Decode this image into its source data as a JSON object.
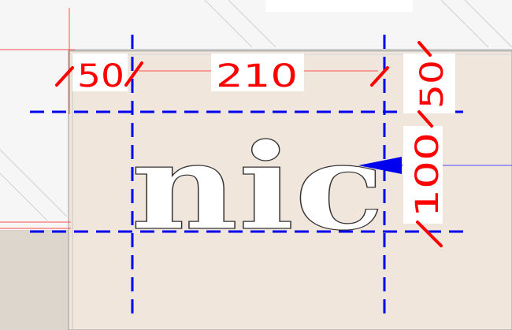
{
  "canvas": {
    "background_color": "#f3f3f3",
    "panel_color": "#f0e6dc",
    "side_panel_color": "#ddd6cd",
    "guide_color": "#0000ff",
    "dimension_color": "#ff0000",
    "text_color": "#ffffff"
  },
  "artwork": {
    "text": "nic"
  },
  "dimensions": {
    "left_margin": "50",
    "text_width": "210",
    "right_margin": "50",
    "text_height": "100"
  }
}
